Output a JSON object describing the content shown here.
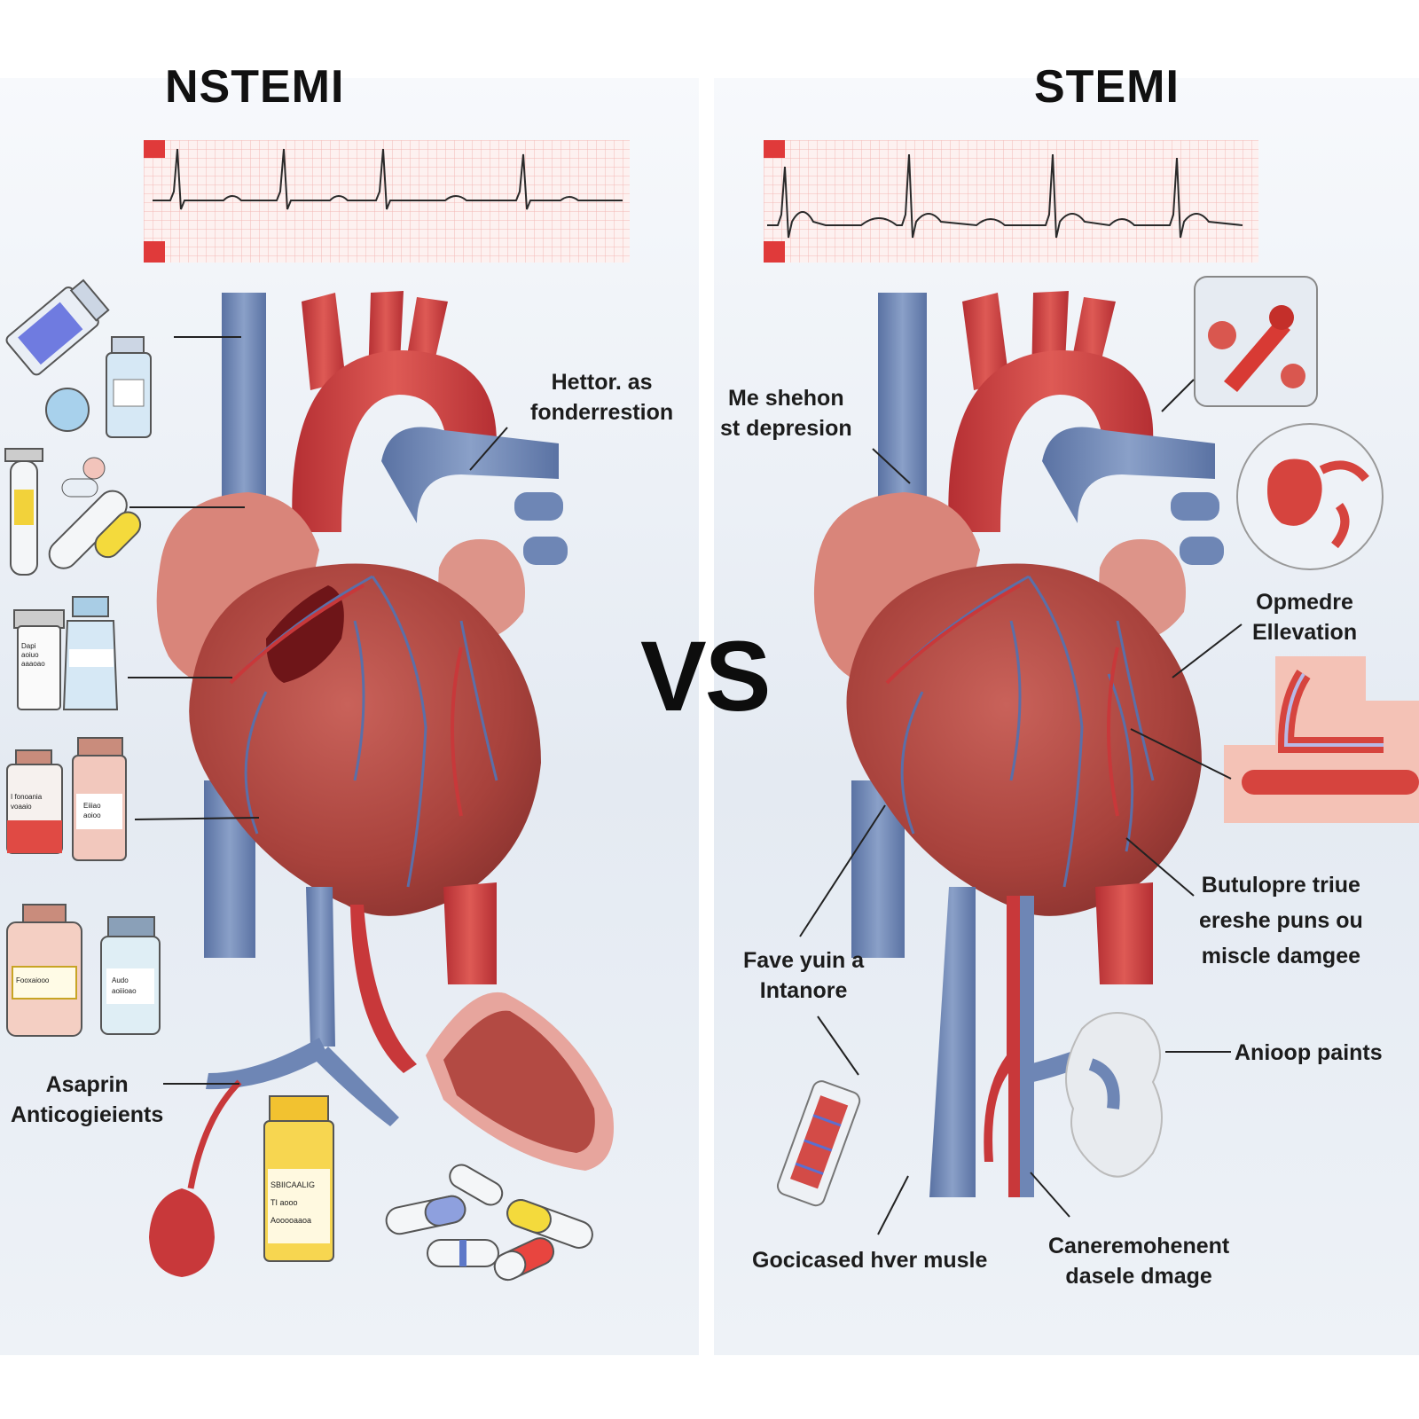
{
  "titles": {
    "left": "NSTEMI",
    "right": "STEMI"
  },
  "vs": "VS",
  "labels": {
    "left_st": [
      "Hettor. as",
      "fonderrestion"
    ],
    "left_treatment": [
      "Asaprin",
      "Anticogieients"
    ],
    "right_st": [
      "Me shehon",
      "st depresion"
    ],
    "right_elev": [
      "Opmedre",
      "Ellevation"
    ],
    "right_damage": [
      "Butulopre triue",
      "ereshe puns ou",
      "miscle damgee"
    ],
    "right_fave": [
      "Fave yuin a",
      "Intanore"
    ],
    "right_anioop": [
      "Anioop paints"
    ],
    "right_gocicased": [
      "Gocicased hver musle"
    ],
    "right_canere": [
      "Caneremohenent",
      "dasele dmage"
    ]
  },
  "bottle_labels": {
    "b1": [
      "Dapi",
      "aoiuo",
      "aaaoao"
    ],
    "b2": [
      "I fonoania",
      "voaaio"
    ],
    "b3": [
      "Eiiiao",
      "aoioo"
    ],
    "b4": [
      "Fooxaiooo"
    ],
    "b5": [
      "Audo",
      "aoiiioao"
    ],
    "b6": [
      "SBIICAALIG",
      "TI aooo",
      "Aooooaaoa"
    ]
  },
  "colors": {
    "artery_red": "#c8383a",
    "vein_blue": "#6e86b5",
    "muscle": "#b54a42",
    "atrium": "#d9857a",
    "ecg_grid": "#f3b9b6",
    "ecg_marker": "#e03a3a",
    "text": "#1c1c1c"
  }
}
